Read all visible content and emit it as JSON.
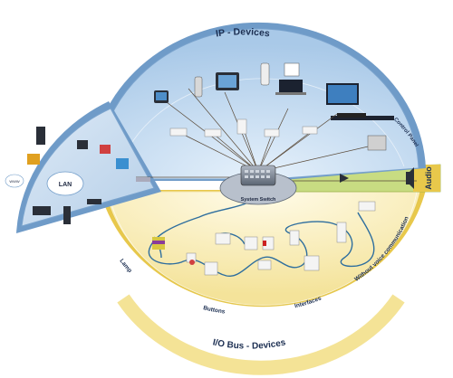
{
  "labels": {
    "ip_devices": "IP - Devices",
    "io_bus": "I/O Bus - Devices",
    "system_switch": "System Switch",
    "lan": "LAN",
    "www": "WWW",
    "audio": "Audio",
    "control_panel": "Control Panel",
    "lamp": "Lamp",
    "buttons": "Buttons",
    "interfaces": "Interfaces",
    "without_voice": "Without voice communication"
  },
  "colors": {
    "ip_sector": "#a9c9e8",
    "ip_edge": "#6f9bc8",
    "io_sector": "#f6e7a0",
    "io_edge": "#e8c84b",
    "audio_band": "#c8dc82",
    "lan_sector": "#c7dcef",
    "hub": "#7f8a99"
  }
}
